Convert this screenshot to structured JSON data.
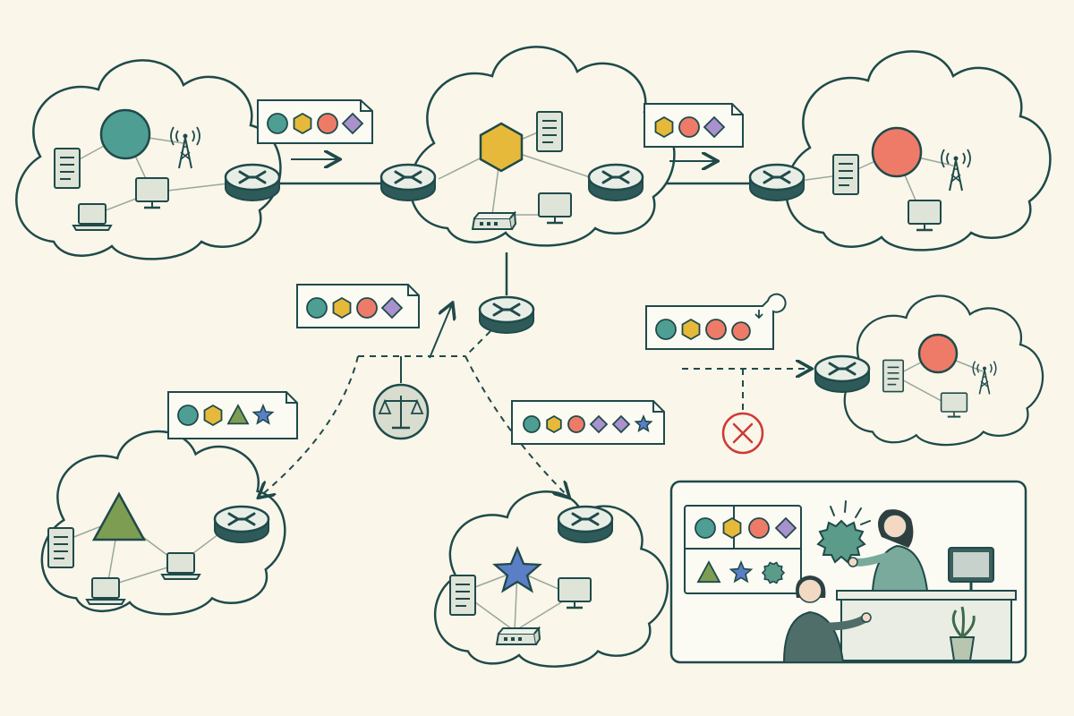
{
  "colors": {
    "background": "#faf6ea",
    "stroke": "#1f4a4a",
    "cloud_fill": "#faf6ea",
    "router_fill": "#2e5a59",
    "router_top": "#e8eee6",
    "teal": "#4f9e94",
    "yellow": "#e6b93a",
    "red": "#ee7b68",
    "purple": "#a891cc",
    "green": "#7d9d53",
    "blue": "#5b7fc6",
    "scale_fill": "#d8ddd0",
    "error": "#cc3b35",
    "device": "#dfe4d8"
  },
  "icons": [
    "cloud-icon",
    "router-icon",
    "server-icon",
    "monitor-icon",
    "laptop-icon",
    "antenna-tower-icon",
    "network-switch-icon",
    "balance-scale-icon",
    "error-x-icon",
    "plant-icon",
    "person-icon"
  ],
  "tags": {
    "top_left": [
      "circle",
      "hexagon",
      "circle-red",
      "diamond"
    ],
    "top_right": [
      "hexagon",
      "circle-red",
      "diamond"
    ],
    "middle": [
      "circle",
      "hexagon",
      "circle-red",
      "diamond"
    ],
    "right_blocked": [
      "circle",
      "hexagon",
      "circle-red",
      "circle-red-dropped"
    ],
    "left_mid": [
      "circle",
      "hexagon",
      "triangle",
      "star"
    ],
    "center_mid": [
      "circle",
      "hexagon",
      "circle-red",
      "diamond",
      "diamond",
      "star"
    ]
  },
  "panel_grid": {
    "row1": [
      "circle",
      "hexagon",
      "circle-red",
      "diamond"
    ],
    "row2": [
      "triangle",
      "star",
      "badge"
    ]
  }
}
